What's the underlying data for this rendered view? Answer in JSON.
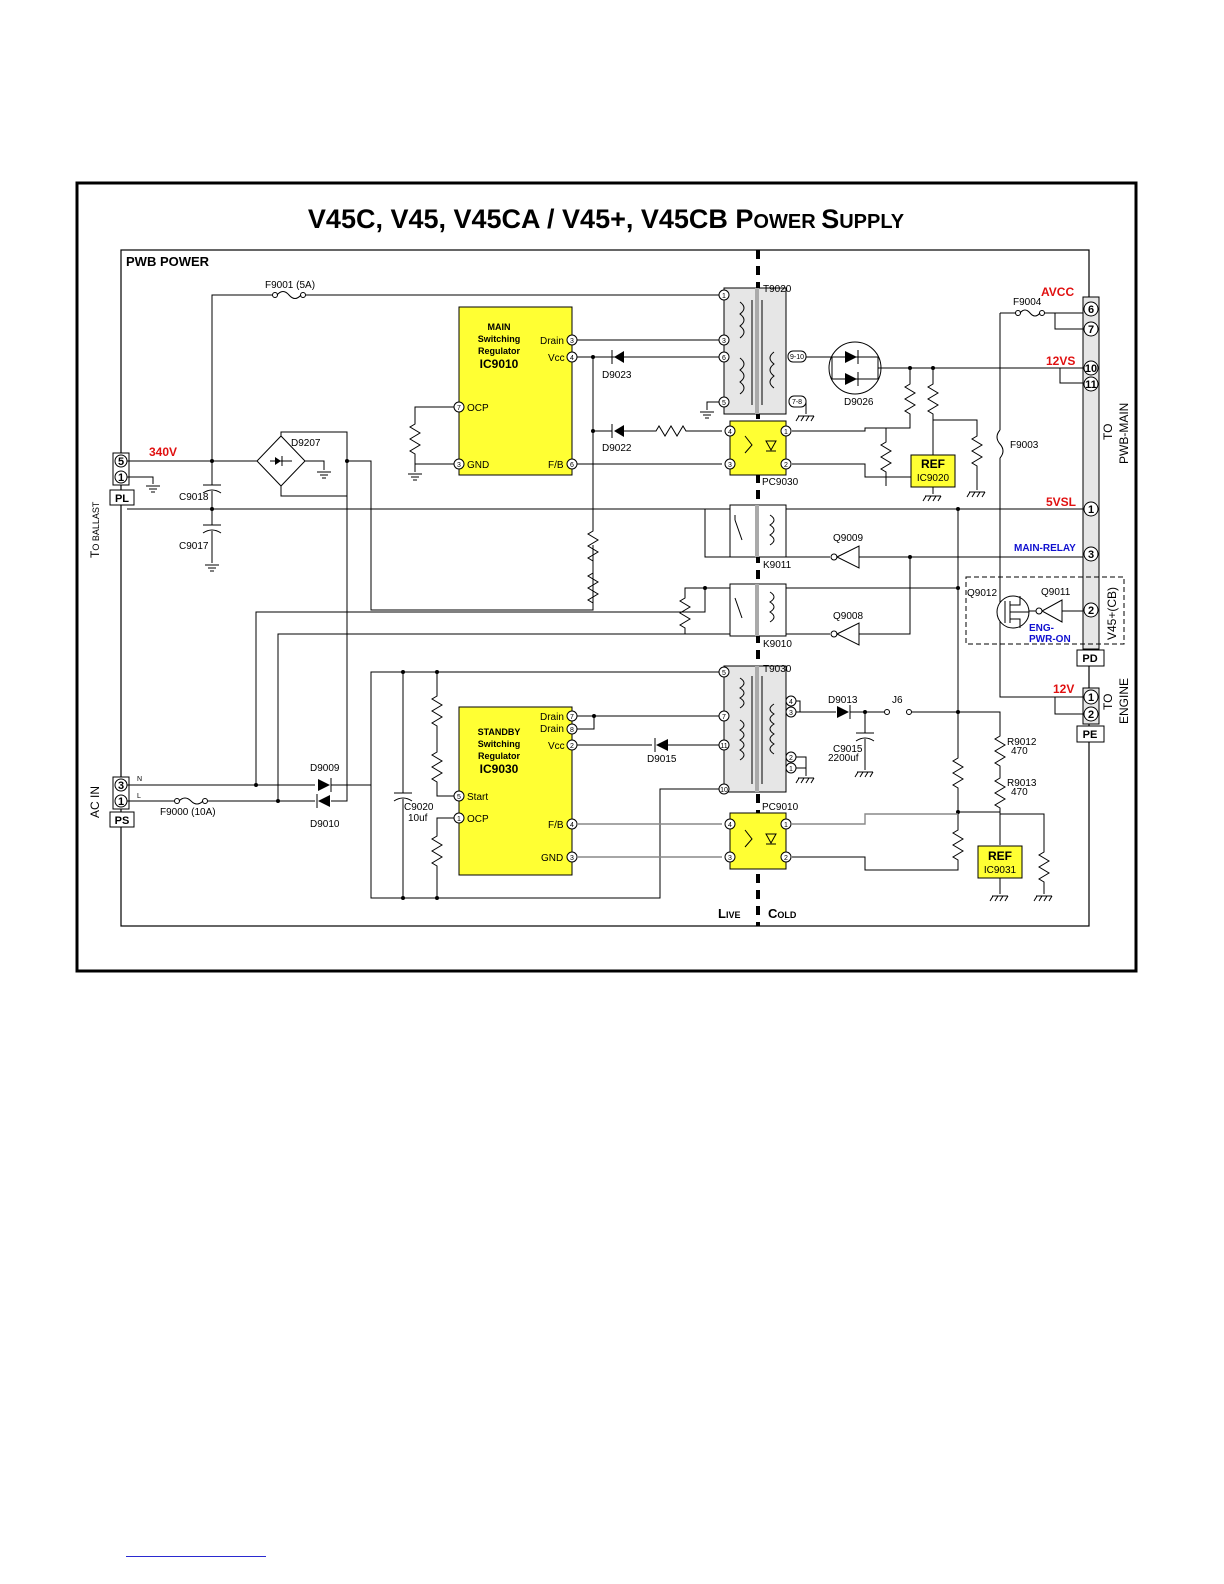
{
  "title": {
    "main": "V45C, V45, V45CA / V45+, V45CB ",
    "p": "P",
    "ower": "OWER ",
    "s": "S",
    "upply": "UPPLY"
  },
  "board_label": "PWB POWER",
  "colors": {
    "ic_fill": "#ffff33",
    "transformer_fill": "#e6e6e6",
    "rail_red": "#e01010",
    "signal_blue": "#1010d0"
  },
  "ic_main": {
    "l1": "MAIN",
    "l2": "Switching",
    "l3": "Regulator",
    "name": "IC9010",
    "pins": {
      "drain": "Drain",
      "vcc": "Vcc",
      "ocp": "OCP",
      "gnd": "GND",
      "fb": "F/B"
    },
    "pin_nums": {
      "drain": "3",
      "vcc": "4",
      "ocp": "7",
      "gnd": "3",
      "fb": "6"
    }
  },
  "ic_standby": {
    "l1": "STANDBY",
    "l2": "Switching",
    "l3": "Regulator",
    "name": "IC9030",
    "pins": {
      "drain1": "Drain",
      "drain2": "Drain",
      "vcc": "Vcc",
      "start": "Start",
      "ocp": "OCP",
      "fb": "F/B",
      "gnd": "GND"
    },
    "pin_nums": {
      "drain1": "7",
      "drain2": "8",
      "vcc": "2",
      "start": "5",
      "ocp": "1",
      "fb": "4",
      "gnd": "3"
    }
  },
  "ref_ics": [
    {
      "label": "REF",
      "name": "IC9020"
    },
    {
      "label": "REF",
      "name": "IC9031"
    }
  ],
  "components": {
    "f9001": "F9001 (5A)",
    "f9004": "F9004",
    "f9003": "F9003",
    "f9000": "F9000 (10A)",
    "t9020": "T9020",
    "t9030": "T9030",
    "d9207": "D9207",
    "d9023": "D9023",
    "d9022": "D9022",
    "d9026": "D9026",
    "d9009": "D9009",
    "d9010": "D9010",
    "d9015": "D9015",
    "d9013": "D9013",
    "c9018": "C9018",
    "c9017": "C9017",
    "c9020": "C9020",
    "c9020v": "10uf",
    "c9015": "C9015",
    "c9015v": "2200uf",
    "pc9030": "PC9030",
    "pc9010": "PC9010",
    "q9009": "Q9009",
    "q9008": "Q9008",
    "q9012": "Q9012",
    "q9011": "Q9011",
    "k9011": "K9011",
    "k9010": "K9010",
    "j6": "J6",
    "r9012": "R9012",
    "r9012v": "470",
    "r9013": "R9013",
    "r9013v": "470",
    "t9020_910": "9-10",
    "t9020_78": "7-8"
  },
  "rails": {
    "v340": "340V",
    "avcc": "AVCC",
    "v12vs": "12VS",
    "v5vsl": "5VSL",
    "v12": "12V",
    "main_relay": "MAIN-RELAY",
    "eng_pwr_on_1": "ENG-",
    "eng_pwr_on_2": "PWR-ON"
  },
  "connectors": {
    "pl": {
      "label": "PL",
      "pins": [
        "5",
        "1"
      ]
    },
    "ps": {
      "label": "PS",
      "pins": [
        "3",
        "1"
      ]
    },
    "pd": {
      "label": "PD",
      "pins": [
        "6",
        "7",
        "10",
        "11",
        "1",
        "3",
        "2"
      ]
    },
    "pe": {
      "label": "PE",
      "pins": [
        "1",
        "2"
      ]
    }
  },
  "ac": {
    "n": "N",
    "l": "L"
  },
  "side_labels": {
    "to_ballast_t": "T",
    "to_ballast_rest": "O BALLAST",
    "ac_in": "AC IN",
    "to_pwb_main_1": "TO",
    "to_pwb_main_2": "PWB-MAIN",
    "v45cb": "V45+(CB)",
    "to_engine_1": "TO",
    "to_engine_2": "ENGINE"
  },
  "isolation": {
    "live_l": "L",
    "live_rest": "IVE",
    "cold_c": "C",
    "cold_rest": "OLD"
  },
  "t9020_pins": [
    "1",
    "3",
    "6",
    "5"
  ],
  "t9030_pins": [
    "5",
    "7",
    "11",
    "10"
  ],
  "t9030_sec_pins": [
    "4",
    "3",
    "2",
    "1"
  ],
  "pc_pins": [
    "4",
    "1",
    "3",
    "2"
  ]
}
